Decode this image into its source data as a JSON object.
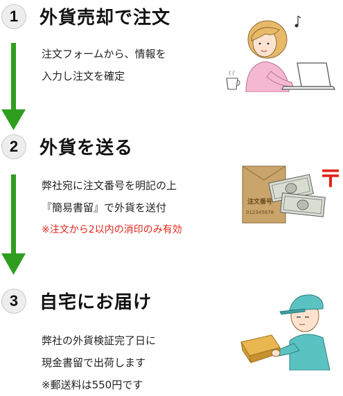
{
  "colors": {
    "accent_green": "#2f9e1f",
    "note_red": "#e0261b",
    "step_circle": "#ededed"
  },
  "steps": [
    {
      "number": "1",
      "title": "外貨売却で注文",
      "lines": [
        "注文フォームから、情報を",
        "入力し注文を確定"
      ]
    },
    {
      "number": "2",
      "title": "外貨を送る",
      "lines": [
        "弊社宛に注文番号を明記の上",
        "『簡易書留』で外貨を送付"
      ],
      "note": "※注文から2以内の消印のみ有効"
    },
    {
      "number": "3",
      "title": "自宅にお届け",
      "lines": [
        "弊社の外貨検証完了日に",
        "現金書留で出荷します",
        "※郵送料は550円です"
      ]
    }
  ],
  "illustrations": {
    "envelope_label": "注文番号",
    "envelope_number": "012345678",
    "postal_mark": "〒"
  }
}
